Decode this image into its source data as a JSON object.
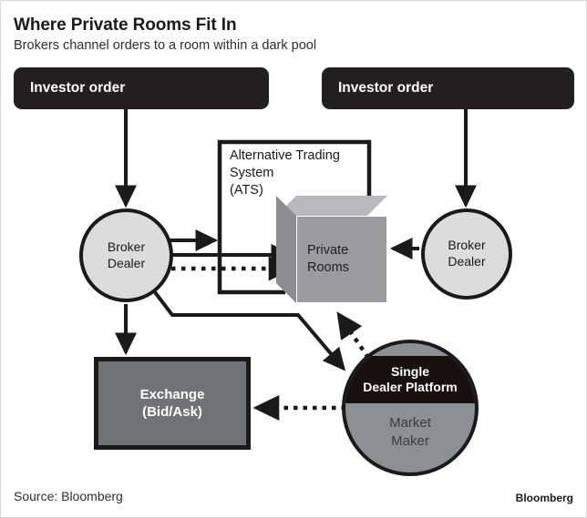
{
  "header": {
    "title": "Where Private Rooms Fit In",
    "subtitle": "Brokers channel orders to a room within a dark pool"
  },
  "footer": {
    "source": "Source: Bloomberg",
    "brand": "Bloomberg"
  },
  "diagram": {
    "type": "flow-diagram",
    "orders": [
      {
        "label": "Investor order"
      },
      {
        "label": "Investor order"
      }
    ],
    "broker_dealers": [
      {
        "line1": "Broker",
        "line2": "Dealer"
      },
      {
        "line1": "Broker",
        "line2": "Dealer"
      }
    ],
    "ats": {
      "line1": "Alternative Trading",
      "line2": "System",
      "line3": "(ATS)"
    },
    "private_rooms": {
      "line1": "Private",
      "line2": "Rooms"
    },
    "exchange": {
      "line1": "Exchange",
      "line2": "(Bid/Ask)"
    },
    "market_maker": {
      "platform_line1": "Single",
      "platform_line2": "Dealer Platform",
      "label_line1": "Market",
      "label_line2": "Maker"
    }
  },
  "colors": {
    "dark": "#231f20",
    "circle_fill": "#dcdcdc",
    "exchange_fill": "#6f7276",
    "mm_fill": "#8c8f93",
    "cube_front": "#9a9c9f",
    "cube_top": "#b7b9bc",
    "cube_side": "#8b8d90",
    "stroke": "#1a1a1a",
    "background": "#ffffff"
  }
}
